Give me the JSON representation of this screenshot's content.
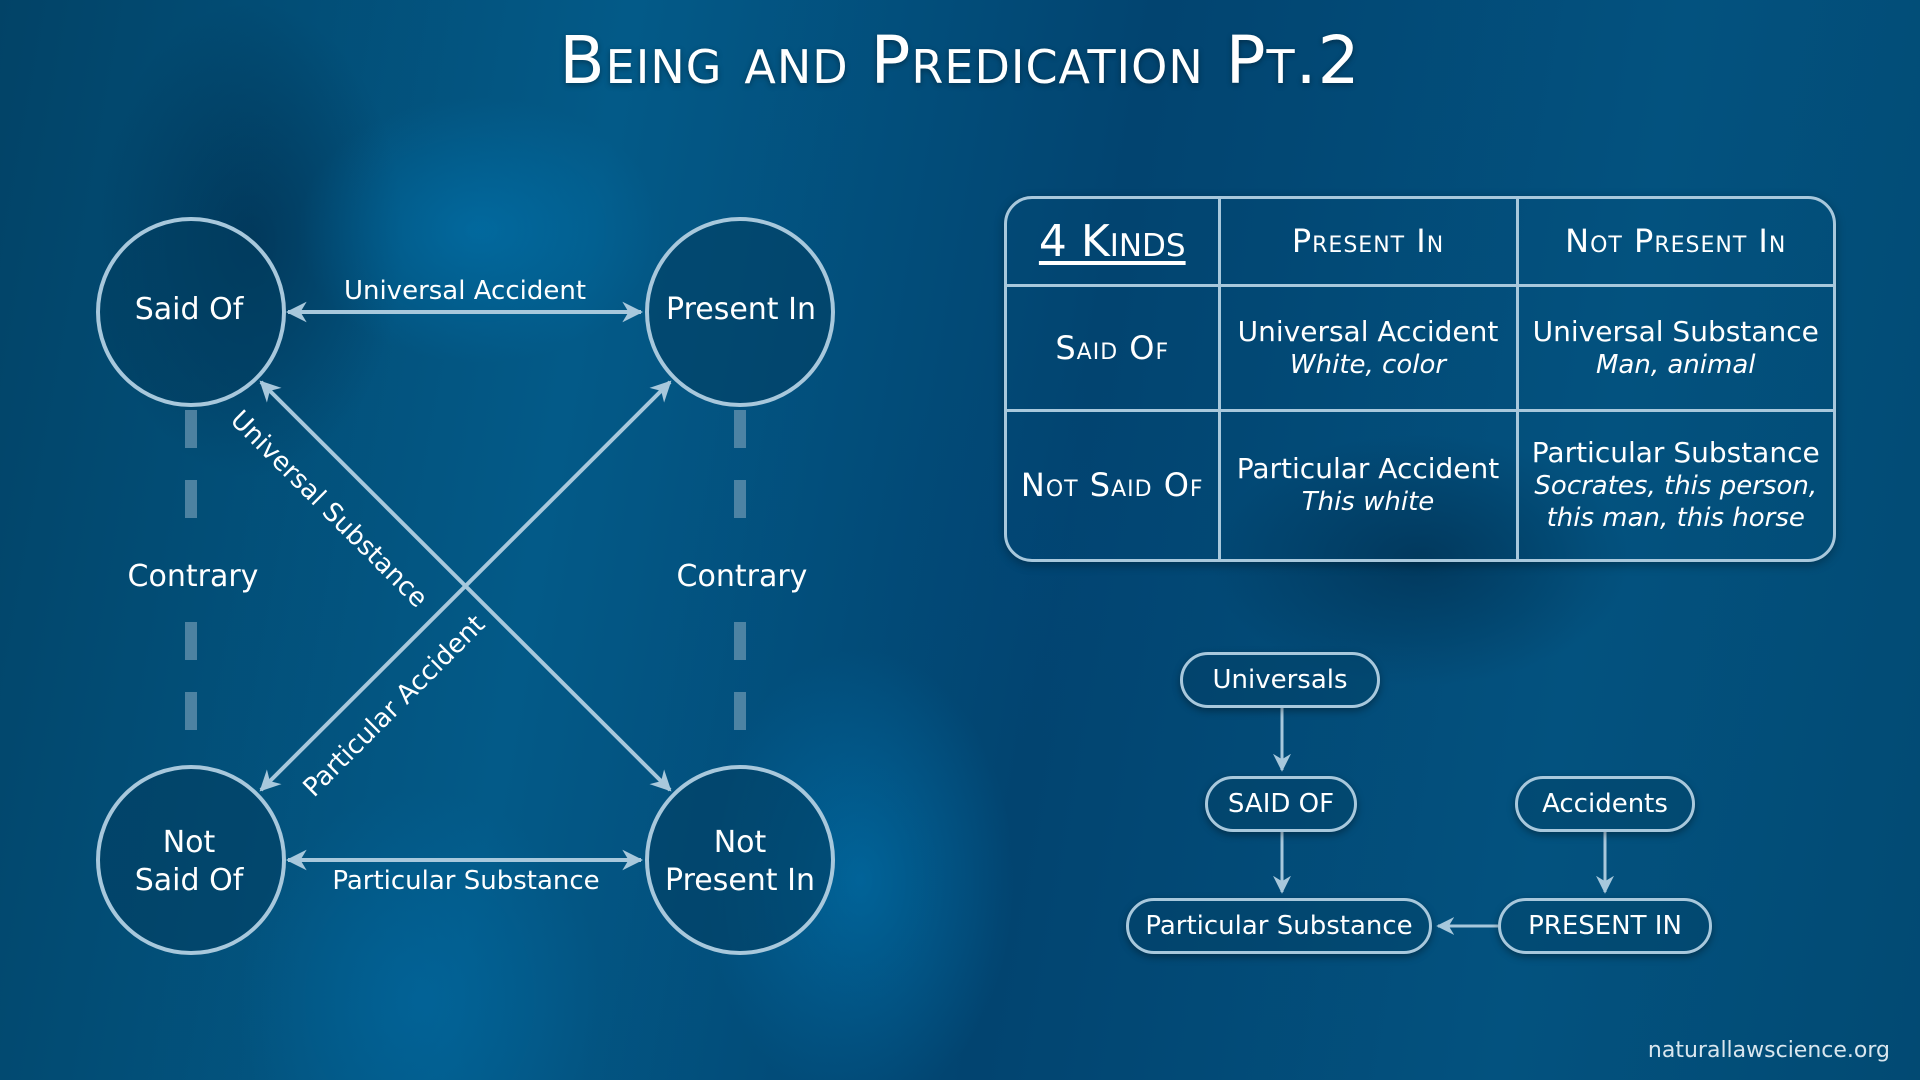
{
  "title": "Being and Predication Pt.2",
  "square": {
    "circles": {
      "said_of": [
        "Said Of"
      ],
      "present_in": [
        "Present In"
      ],
      "not_said_of": [
        "Not",
        "Said Of"
      ],
      "not_present_in": [
        "Not",
        "Present In"
      ]
    },
    "edges": {
      "top": "Universal Accident",
      "bottom": "Particular Substance",
      "diag_down": "Universal Substance",
      "diag_up": "Particular Accident",
      "left": "Contrary",
      "right": "Contrary"
    }
  },
  "table": {
    "corner": "4 Kinds",
    "col_headers": [
      "Present In",
      "Not Present In"
    ],
    "rows": [
      {
        "header": "Said Of",
        "cells": [
          {
            "main": "Universal Accident",
            "example": [
              "White, color"
            ]
          },
          {
            "main": "Universal Substance",
            "example": [
              "Man, animal"
            ]
          }
        ]
      },
      {
        "header": "Not Said Of",
        "cells": [
          {
            "main": "Particular Accident",
            "example": [
              "This white"
            ]
          },
          {
            "main": "Particular Substance",
            "example": [
              "Socrates, this person,",
              "this man, this horse"
            ]
          }
        ]
      }
    ]
  },
  "flow": {
    "universals": "Universals",
    "said_of": "SAID OF",
    "accidents": "Accidents",
    "particular_substance": "Particular Substance",
    "present_in": "PRESENT IN"
  },
  "footer": "naturallawscience.org",
  "colors": {
    "line": "#a8c8dc",
    "circle_fill": "#023e61",
    "text": "#ffffff"
  }
}
